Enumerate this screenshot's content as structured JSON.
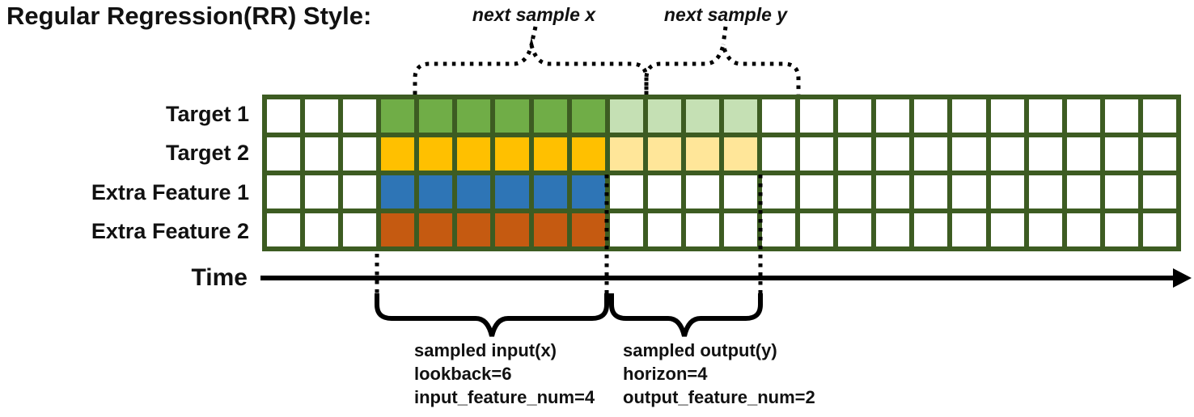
{
  "title": "Regular Regression(RR) Style:",
  "annotations": {
    "next_sample_x": "next sample x",
    "next_sample_y": "next sample y",
    "time_label": "Time",
    "input_block": {
      "line1": "sampled input(x)",
      "line2": "lookback=6",
      "line3": "input_feature_num=4"
    },
    "output_block": {
      "line1": "sampled output(y)",
      "line2": "horizon=4",
      "line3": "output_feature_num=2"
    }
  },
  "grid": {
    "columns": 24,
    "row_count": 4,
    "input_cols": [
      4,
      9
    ],
    "output_cols": [
      10,
      13
    ],
    "border_color": "#3D5C22",
    "empty_cell_color": "#FFFFFF",
    "rows": [
      {
        "label": "Target 1",
        "input_color": "#70AD47",
        "output_color": "#C5E0B4"
      },
      {
        "label": "Target 2",
        "input_color": "#FFC000",
        "output_color": "#FFE699"
      },
      {
        "label": "Extra Feature 1",
        "input_color": "#2E75B6",
        "output_color": null
      },
      {
        "label": "Extra Feature 2",
        "input_color": "#C55A11",
        "output_color": null
      }
    ]
  },
  "colors": {
    "annotation": "#000000",
    "text": "#111111"
  }
}
